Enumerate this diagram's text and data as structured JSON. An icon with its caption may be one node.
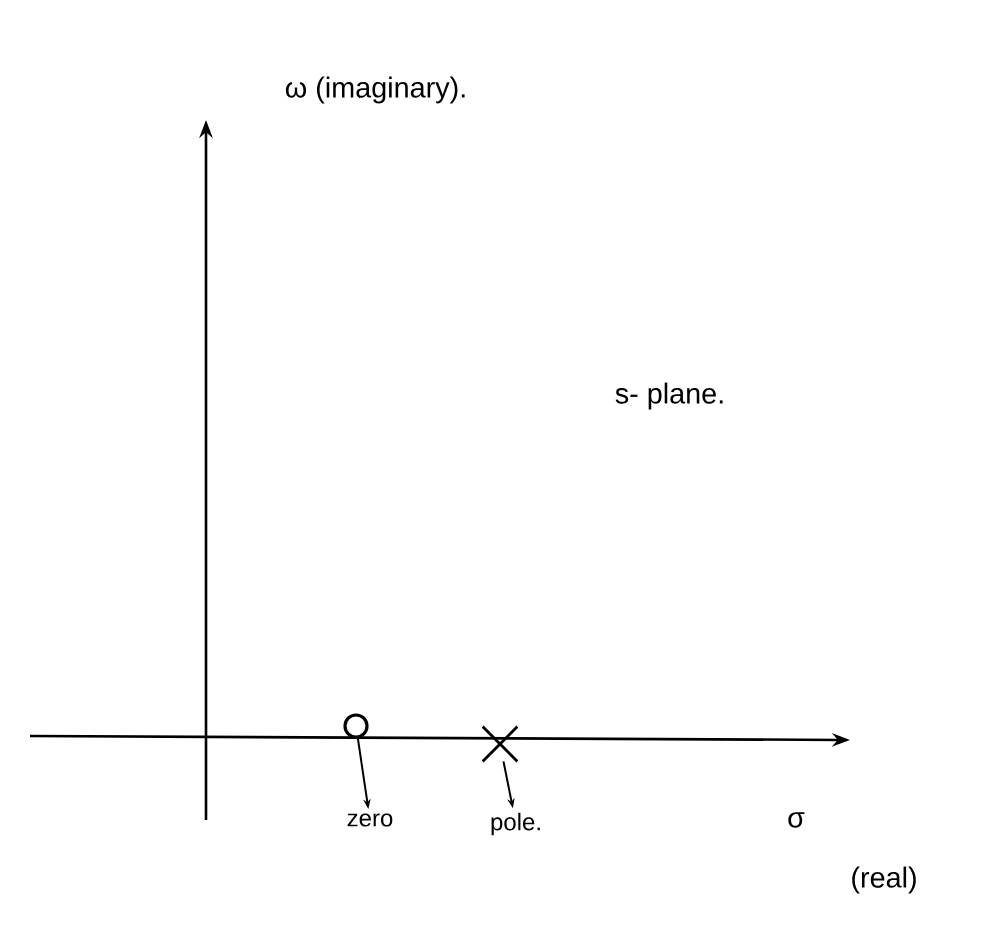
{
  "diagram": {
    "nodes": [
      {
        "text": [],
        "shape": "circle"
      },
      {
        "text": [],
        "shape": "cross"
      },
      {
        "text": [
          "zero"
        ]
      },
      {
        "text": [
          "pole."
        ]
      }
    ],
    "edges": [
      {
        "from": 0,
        "to": 2,
        "arrow": "to"
      },
      {
        "from": 1,
        "to": 3,
        "arrow": "to"
      }
    ],
    "labels": [
      "ω (imaginary).",
      "s- plane.",
      "σ",
      "(real)"
    ]
  }
}
